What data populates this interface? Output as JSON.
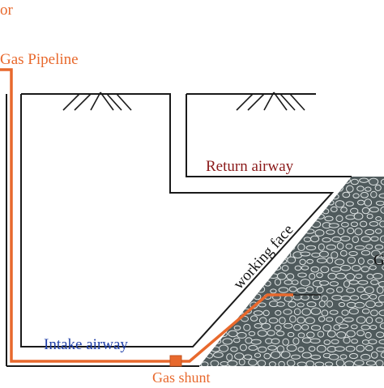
{
  "labels": {
    "top_fragment": "or",
    "gas_pipeline": "Gas Pipeline",
    "return_airway": "Return airway",
    "working_face": "working face",
    "intake_airway": "Intake airway",
    "gas_shunt": "Gas shunt",
    "goaf_fragment": "G"
  },
  "colors": {
    "pipeline": "#e8692d",
    "airway_outline": "#1a1a1a",
    "return_label": "#8b1a1a",
    "intake_label": "#1f3fa8",
    "goaf_fill": "#4f5a5c",
    "goaf_stone": "#dfe4e4"
  },
  "icons": [
    "ground-hatch-icon",
    "ground-hatch-icon"
  ]
}
